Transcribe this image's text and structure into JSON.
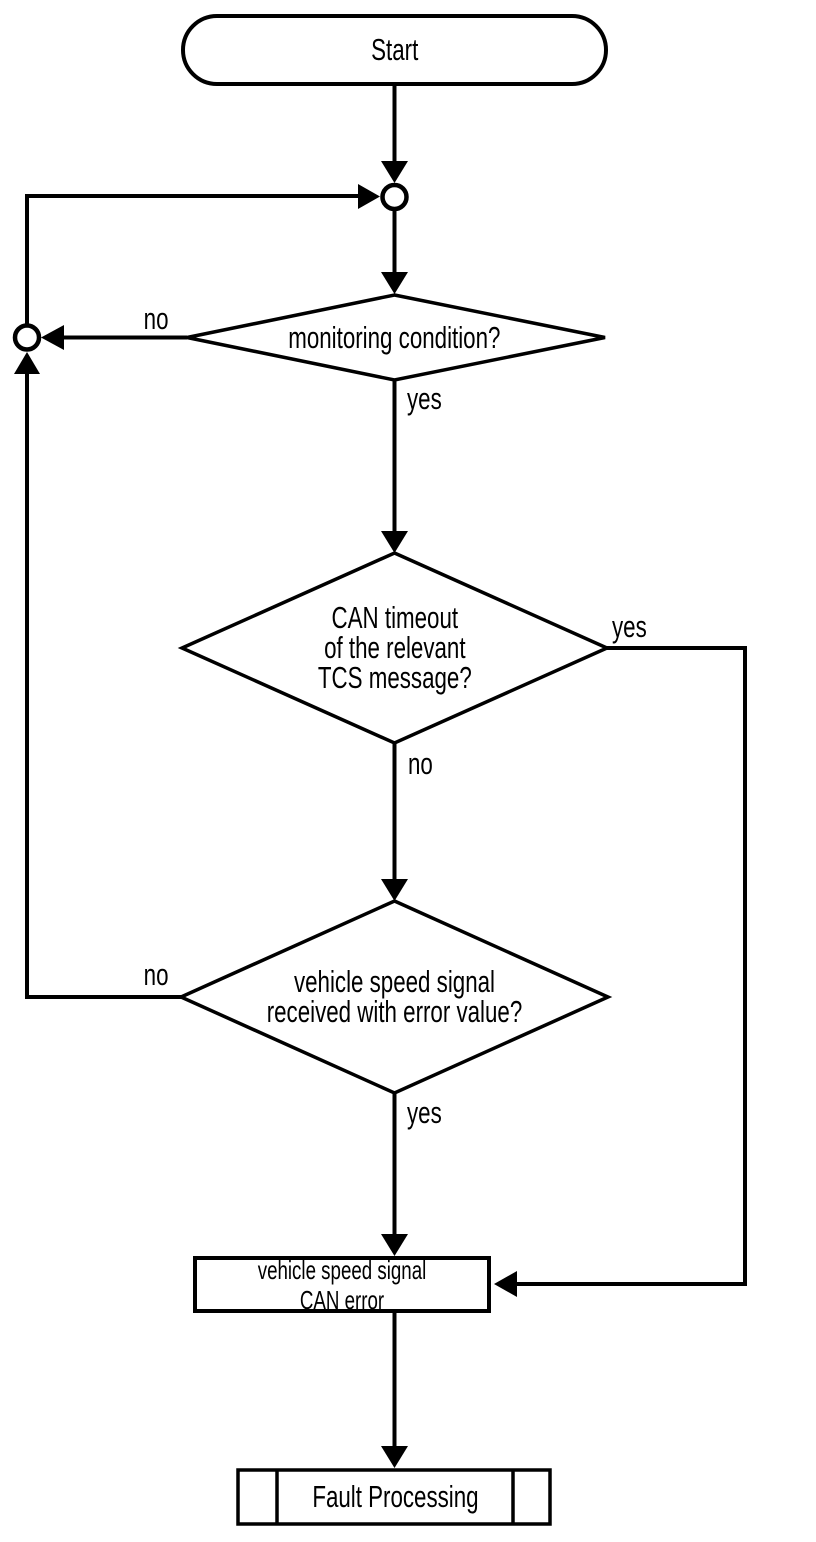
{
  "diagram": {
    "colors": {
      "stroke": "#000000",
      "background": "#ffffff"
    },
    "nodes": {
      "start": {
        "type": "terminator",
        "label": "Start"
      },
      "monitoring": {
        "type": "decision",
        "label": "monitoring condition?"
      },
      "can_timeout": {
        "type": "decision",
        "label": "CAN timeout\nof the relevant\nTCS message?"
      },
      "speed_error": {
        "type": "decision",
        "label": "vehicle speed signal\nreceived with error value?"
      },
      "can_error": {
        "type": "process",
        "label": "vehicle speed signal CAN error"
      },
      "fault_processing": {
        "type": "predefined-process",
        "label": "Fault Processing"
      }
    },
    "edges": {
      "monitoring_no": "no",
      "monitoring_yes": "yes",
      "can_timeout_yes": "yes",
      "can_timeout_no": "no",
      "speed_error_no": "no",
      "speed_error_yes": "yes"
    }
  }
}
